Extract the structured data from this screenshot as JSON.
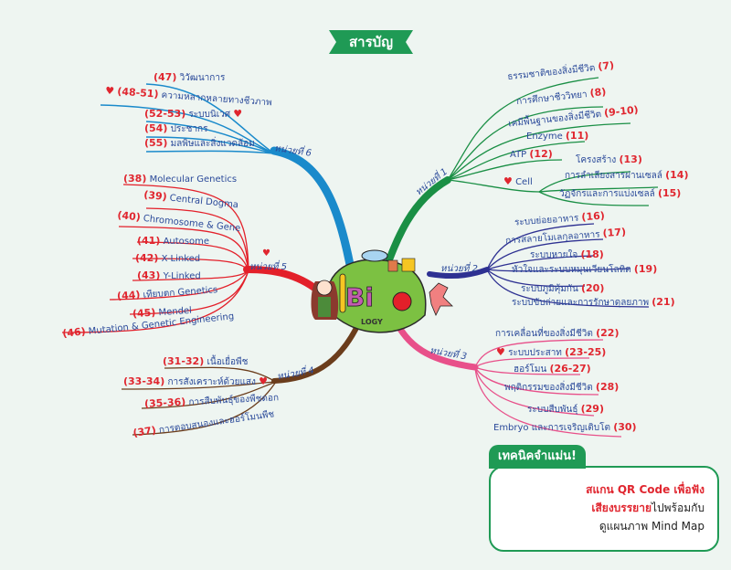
{
  "title": "สารบัญ",
  "colors": {
    "background": "#eef5f1",
    "ribbon": "#1f9a55",
    "unit1": "#1a8f45",
    "unit2": "#2e3192",
    "unit3": "#e8508a",
    "unit4": "#6b3d1c",
    "unit5": "#e3202a",
    "unit6": "#1a8acb",
    "label_text": "#2b4a9a",
    "number_text": "#e0262f"
  },
  "center": {
    "label": "BiO LOGY",
    "icon": "leaf-biology-icon"
  },
  "units": [
    {
      "label": "หน่วยที่ 1",
      "items": [
        {
          "text": "ธรรมชาติของสิ่งมีชีวิต",
          "num": "(7)"
        },
        {
          "text": "การศึกษาชีววิทยา",
          "num": "(8)"
        },
        {
          "text": "เคมีพื้นฐานของสิ่งมีชีวิต",
          "num": "(9-10)"
        },
        {
          "text": "Enzyme",
          "num": "(11)"
        },
        {
          "text": "ATP",
          "num": "(12)"
        },
        {
          "text": "Cell",
          "num": "",
          "heart": true,
          "children": [
            {
              "text": "โครงสร้าง",
              "num": "(13)"
            },
            {
              "text": "การลำเลียงสารผ่านเซลล์",
              "num": "(14)"
            },
            {
              "text": "วัฏจักรและการแบ่งเซลล์",
              "num": "(15)"
            }
          ]
        }
      ]
    },
    {
      "label": "หน่วยที่ 2",
      "items": [
        {
          "text": "ระบบย่อยอาหาร",
          "num": "(16)"
        },
        {
          "text": "การสลายโมเลกุลอาหาร",
          "num": "(17)"
        },
        {
          "text": "ระบบหายใจ",
          "num": "(18)"
        },
        {
          "text": "หัวใจและระบบหมุนเวียนโลหิต",
          "num": "(19)"
        },
        {
          "text": "ระบบภูมิคุ้มกัน",
          "num": "(20)"
        },
        {
          "text": "ระบบขับถ่ายและการรักษาดุลยภาพ",
          "num": "(21)"
        }
      ]
    },
    {
      "label": "หน่วยที่ 3",
      "items": [
        {
          "text": "การเคลื่อนที่ของสิ่งมีชีวิต",
          "num": "(22)"
        },
        {
          "text": "ระบบประสาท",
          "num": "(23-25)",
          "heart": true
        },
        {
          "text": "ฮอร์โมน",
          "num": "(26-27)"
        },
        {
          "text": "พฤติกรรมของสิ่งมีชีวิต",
          "num": "(28)"
        },
        {
          "text": "ระบบสืบพันธุ์",
          "num": "(29)"
        },
        {
          "text": "Embryo และการเจริญเติบโต",
          "num": "(30)"
        }
      ]
    },
    {
      "label": "หน่วยที่ 4",
      "items": [
        {
          "text": "เนื้อเยื่อพืช",
          "num": "(31-32)"
        },
        {
          "text": "การสังเคราะห์ด้วยแสง",
          "num": "(33-34)",
          "heart": true
        },
        {
          "text": "การสืบพันธุ์ของพืชดอก",
          "num": "(35-36)"
        },
        {
          "text": "การตอบสนองและฮอร์โมนพืช",
          "num": "(37)"
        }
      ]
    },
    {
      "label": "หน่วยที่ 5",
      "heart": true,
      "items": [
        {
          "text": "Molecular Genetics",
          "num": "(38)"
        },
        {
          "text": "Central Dogma",
          "num": "(39)"
        },
        {
          "text": "Chromosome & Gene",
          "num": "(40)"
        },
        {
          "text": "Autosome",
          "num": "(41)"
        },
        {
          "text": "X-Linked",
          "num": "(42)"
        },
        {
          "text": "Y-Linked",
          "num": "(43)"
        },
        {
          "text": "เทียบตก Genetics",
          "num": "(44)"
        },
        {
          "text": "Mendel",
          "num": "(45)"
        },
        {
          "text": "Mutation & Genetic Engineering",
          "num": "(46)"
        }
      ]
    },
    {
      "label": "หน่วยที่ 6",
      "items": [
        {
          "text": "วิวัฒนาการ",
          "num": "(47)"
        },
        {
          "text": "ความหลากหลายทางชีวภาพ",
          "num": "(48-51)",
          "heart": true
        },
        {
          "text": "ระบบนิเวศ",
          "num": "(52-53)",
          "heart": true
        },
        {
          "text": "ประชากร",
          "num": "(54)"
        },
        {
          "text": "มลพิษและสิ่งแวดล้อม",
          "num": "(55)"
        }
      ]
    }
  ],
  "tip": {
    "header": "เทคนิคจำแม่น!",
    "line1_red": "สแกน QR Code เพื่อฟัง",
    "line2_red": "เสียงบรรยาย",
    "line2_dark": "ไปพร้อมกับ",
    "line3_dark": "ดูแผนภาพ Mind Map"
  }
}
